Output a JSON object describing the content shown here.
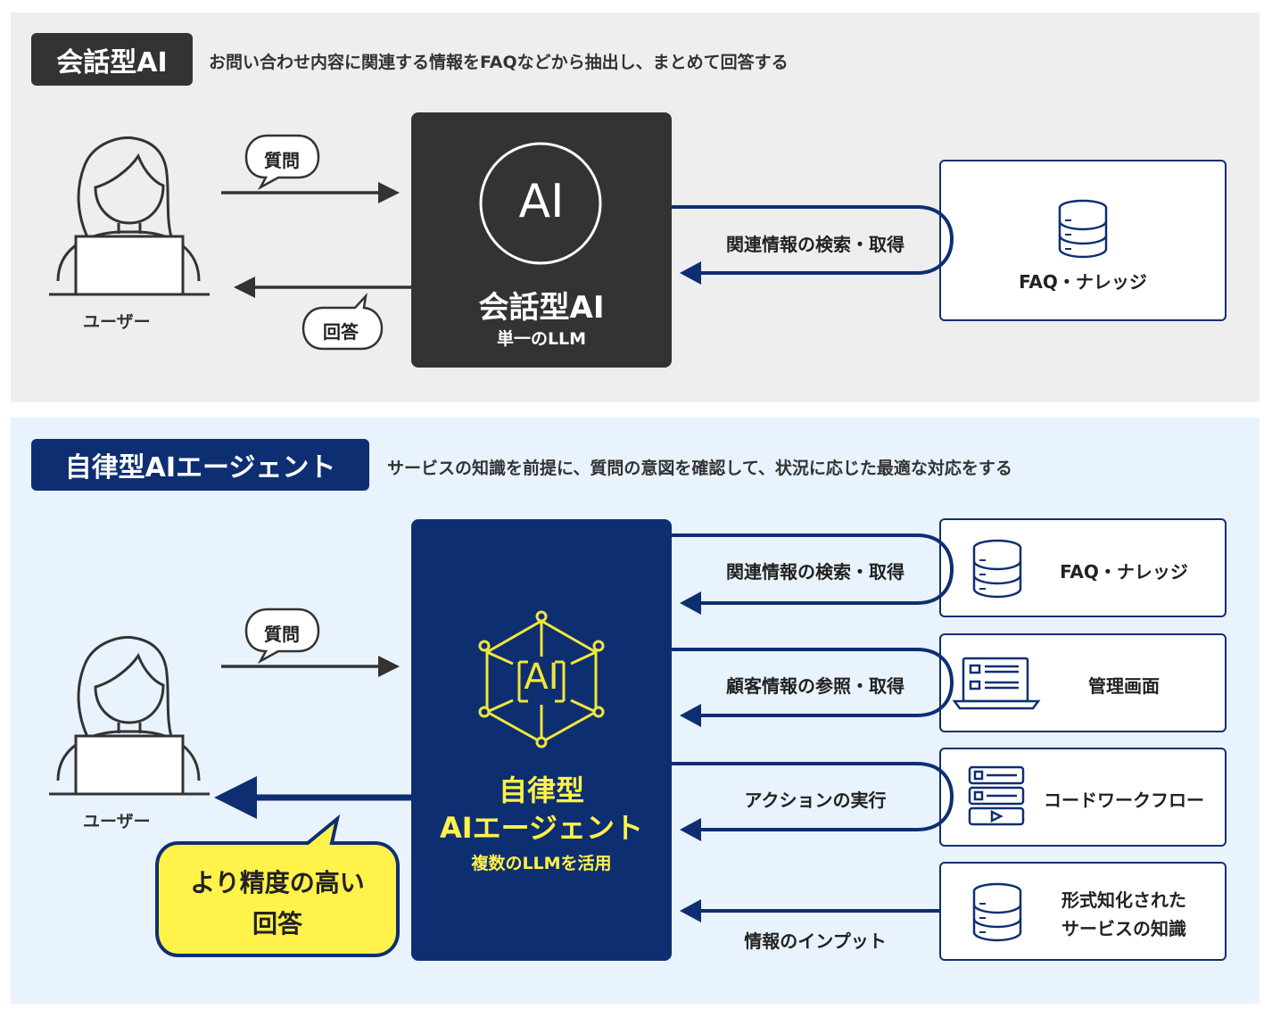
{
  "top": {
    "tag": "会話型AI",
    "description": "お問い合わせ内容に関連する情報をFAQなどから抽出し、まとめて回答する",
    "user_label": "ユーザー",
    "question_bubble": "質問",
    "answer_bubble": "回答",
    "ai_icon_text": "AI",
    "ai_title": "会話型AI",
    "ai_subtitle": "単一のLLM",
    "flow_label": "関連情報の検索・取得",
    "source_label": "FAQ・ナレッジ"
  },
  "bottom": {
    "tag": "自律型AIエージェント",
    "description": "サービスの知識を前提に、質問の意図を確認して、状況に応じた最適な対応をする",
    "user_label": "ユーザー",
    "question_bubble": "質問",
    "answer_bubble_line1": "より精度の高い",
    "answer_bubble_line2": "回答",
    "ai_icon_text": "AI",
    "ai_title_line1": "自律型",
    "ai_title_line2": "AIエージェント",
    "ai_subtitle": "複数のLLMを活用",
    "flows": [
      {
        "label": "関連情報の検索・取得",
        "source": "FAQ・ナレッジ",
        "icon": "database-icon"
      },
      {
        "label": "顧客情報の参照・取得",
        "source": "管理画面",
        "icon": "laptop-icon"
      },
      {
        "label": "アクションの実行",
        "source": "コードワークフロー",
        "icon": "workflow-icon"
      },
      {
        "label": "情報のインプット",
        "source_line1": "形式知化された",
        "source_line2": "サービスの知識",
        "icon": "database-icon"
      }
    ]
  },
  "colors": {
    "navy": "#0d2f72",
    "dark": "#333333",
    "yellow_accent": "#fff24a",
    "icon_yellow": "#f2e63a",
    "top_panel_bg": "#eeeeee",
    "bottom_panel_bg": "#e9f3fd"
  }
}
